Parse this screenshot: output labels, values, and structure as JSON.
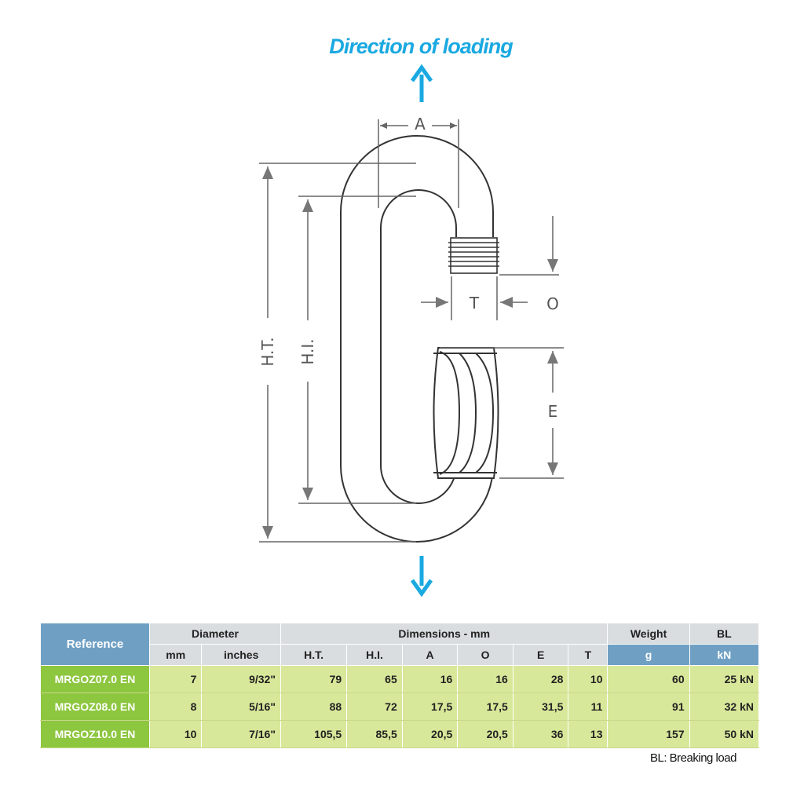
{
  "header": {
    "title": "Direction of loading"
  },
  "diagram_labels": {
    "A": "A",
    "T": "T",
    "O": "O",
    "E": "E",
    "HT": "H.T.",
    "HI": "H.I."
  },
  "colors": {
    "accent": "#1aa9e1",
    "header_blue": "#6fa0c4",
    "row_green": "#d8e89a",
    "ref_green": "#8dc63f"
  },
  "table": {
    "headers": {
      "reference": "Reference",
      "diameter": "Diameter",
      "dimensions": "Dimensions - mm",
      "weight": "Weight",
      "bl": "BL",
      "mm": "mm",
      "inches": "inches",
      "ht": "H.T.",
      "hi": "H.I.",
      "a": "A",
      "o": "O",
      "e": "E",
      "t": "T",
      "g": "g",
      "kn": "kN"
    },
    "rows": [
      {
        "ref": "MRGOZ07.0 EN",
        "mm": "7",
        "inches": "9/32\"",
        "ht": "79",
        "hi": "65",
        "a": "16",
        "o": "16",
        "e": "28",
        "t": "10",
        "g": "60",
        "bl": "25 kN"
      },
      {
        "ref": "MRGOZ08.0 EN",
        "mm": "8",
        "inches": "5/16\"",
        "ht": "88",
        "hi": "72",
        "a": "17,5",
        "o": "17,5",
        "e": "31,5",
        "t": "11",
        "g": "91",
        "bl": "32 kN"
      },
      {
        "ref": "MRGOZ10.0 EN",
        "mm": "10",
        "inches": "7/16\"",
        "ht": "105,5",
        "hi": "85,5",
        "a": "20,5",
        "o": "20,5",
        "e": "36",
        "t": "13",
        "g": "157",
        "bl": "50 kN"
      }
    ]
  },
  "footnote": "BL: Breaking load"
}
